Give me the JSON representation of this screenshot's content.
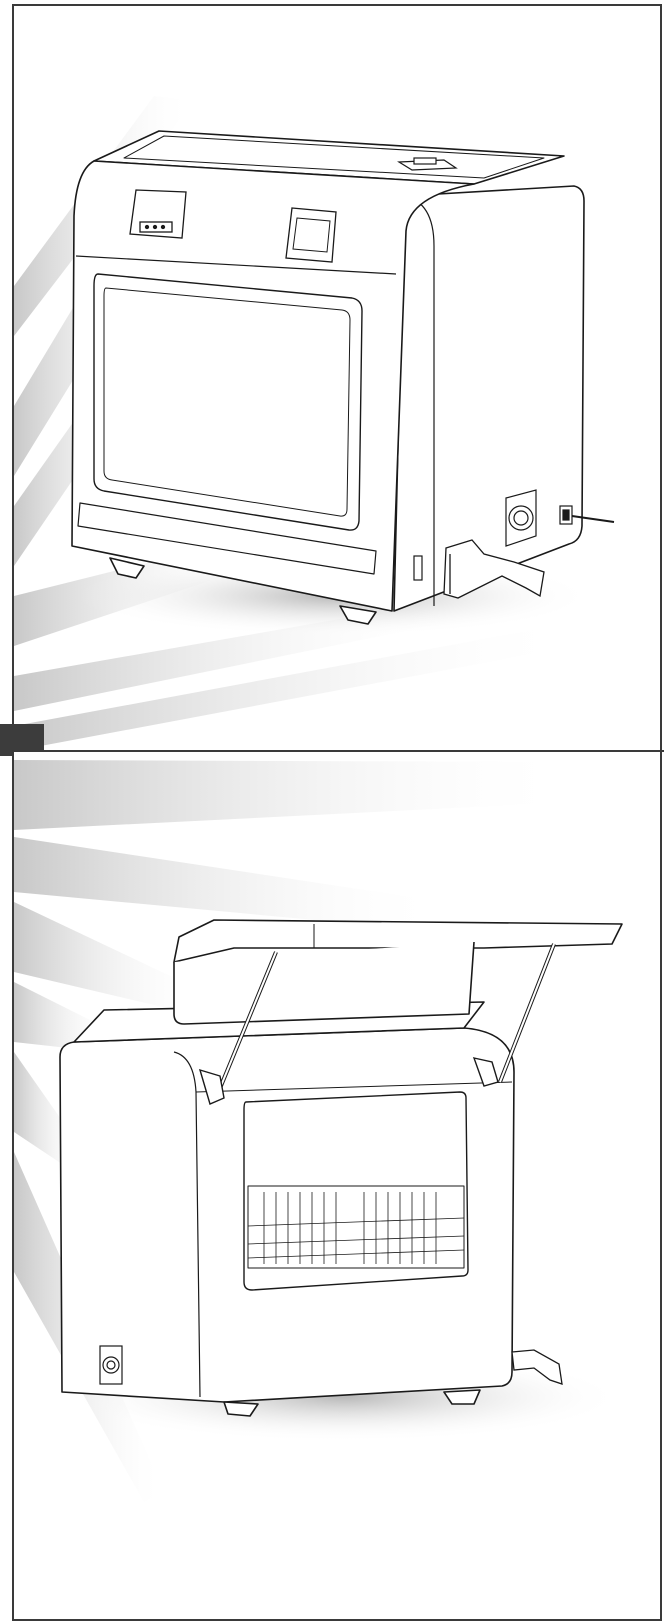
{
  "panels": [
    {
      "name": "instrument-closed-view",
      "state": "lid closed"
    },
    {
      "name": "instrument-open-view",
      "state": "lid open"
    }
  ],
  "colors": {
    "frame": "#3a3a3a",
    "outline": "#1a1a1a",
    "body_fill": "#ffffff",
    "shadow": "#bdbdbd",
    "ray": "#d4d4d4",
    "marker": "#3c3c3c"
  },
  "icons": [
    "fan-icon",
    "power-switch-icon",
    "printer-icon",
    "touchscreen-icon"
  ]
}
